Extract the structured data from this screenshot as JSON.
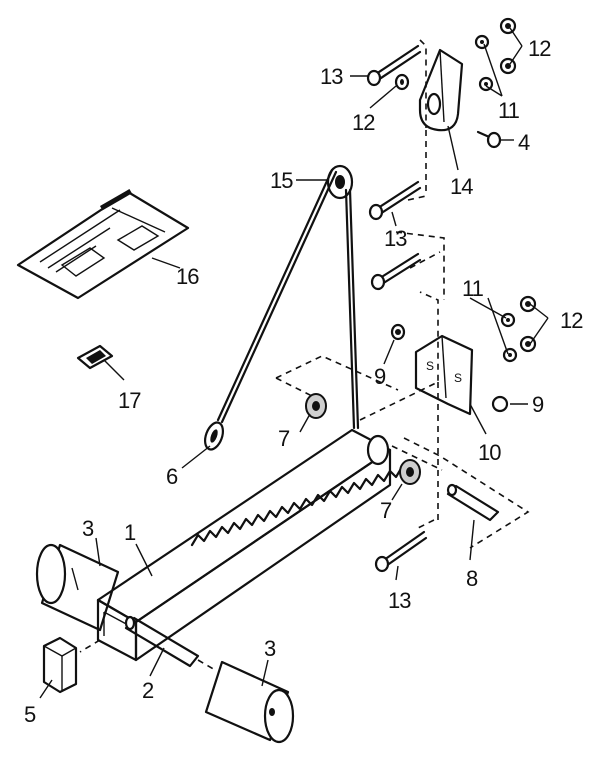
{
  "callouts": {
    "c1": "1",
    "c2": "2",
    "c3a": "3",
    "c3b": "3",
    "c4": "4",
    "c5": "5",
    "c6": "6",
    "c7a": "7",
    "c7b": "7",
    "c8": "8",
    "c9a": "9",
    "c9b": "9",
    "c10": "10",
    "c11a": "11",
    "c11b": "11",
    "c12a": "12",
    "c12b": "12",
    "c12c": "12",
    "c13a": "13",
    "c13b": "13",
    "c13c": "13",
    "c14": "14",
    "c15": "15",
    "c16": "16",
    "c17": "17"
  }
}
